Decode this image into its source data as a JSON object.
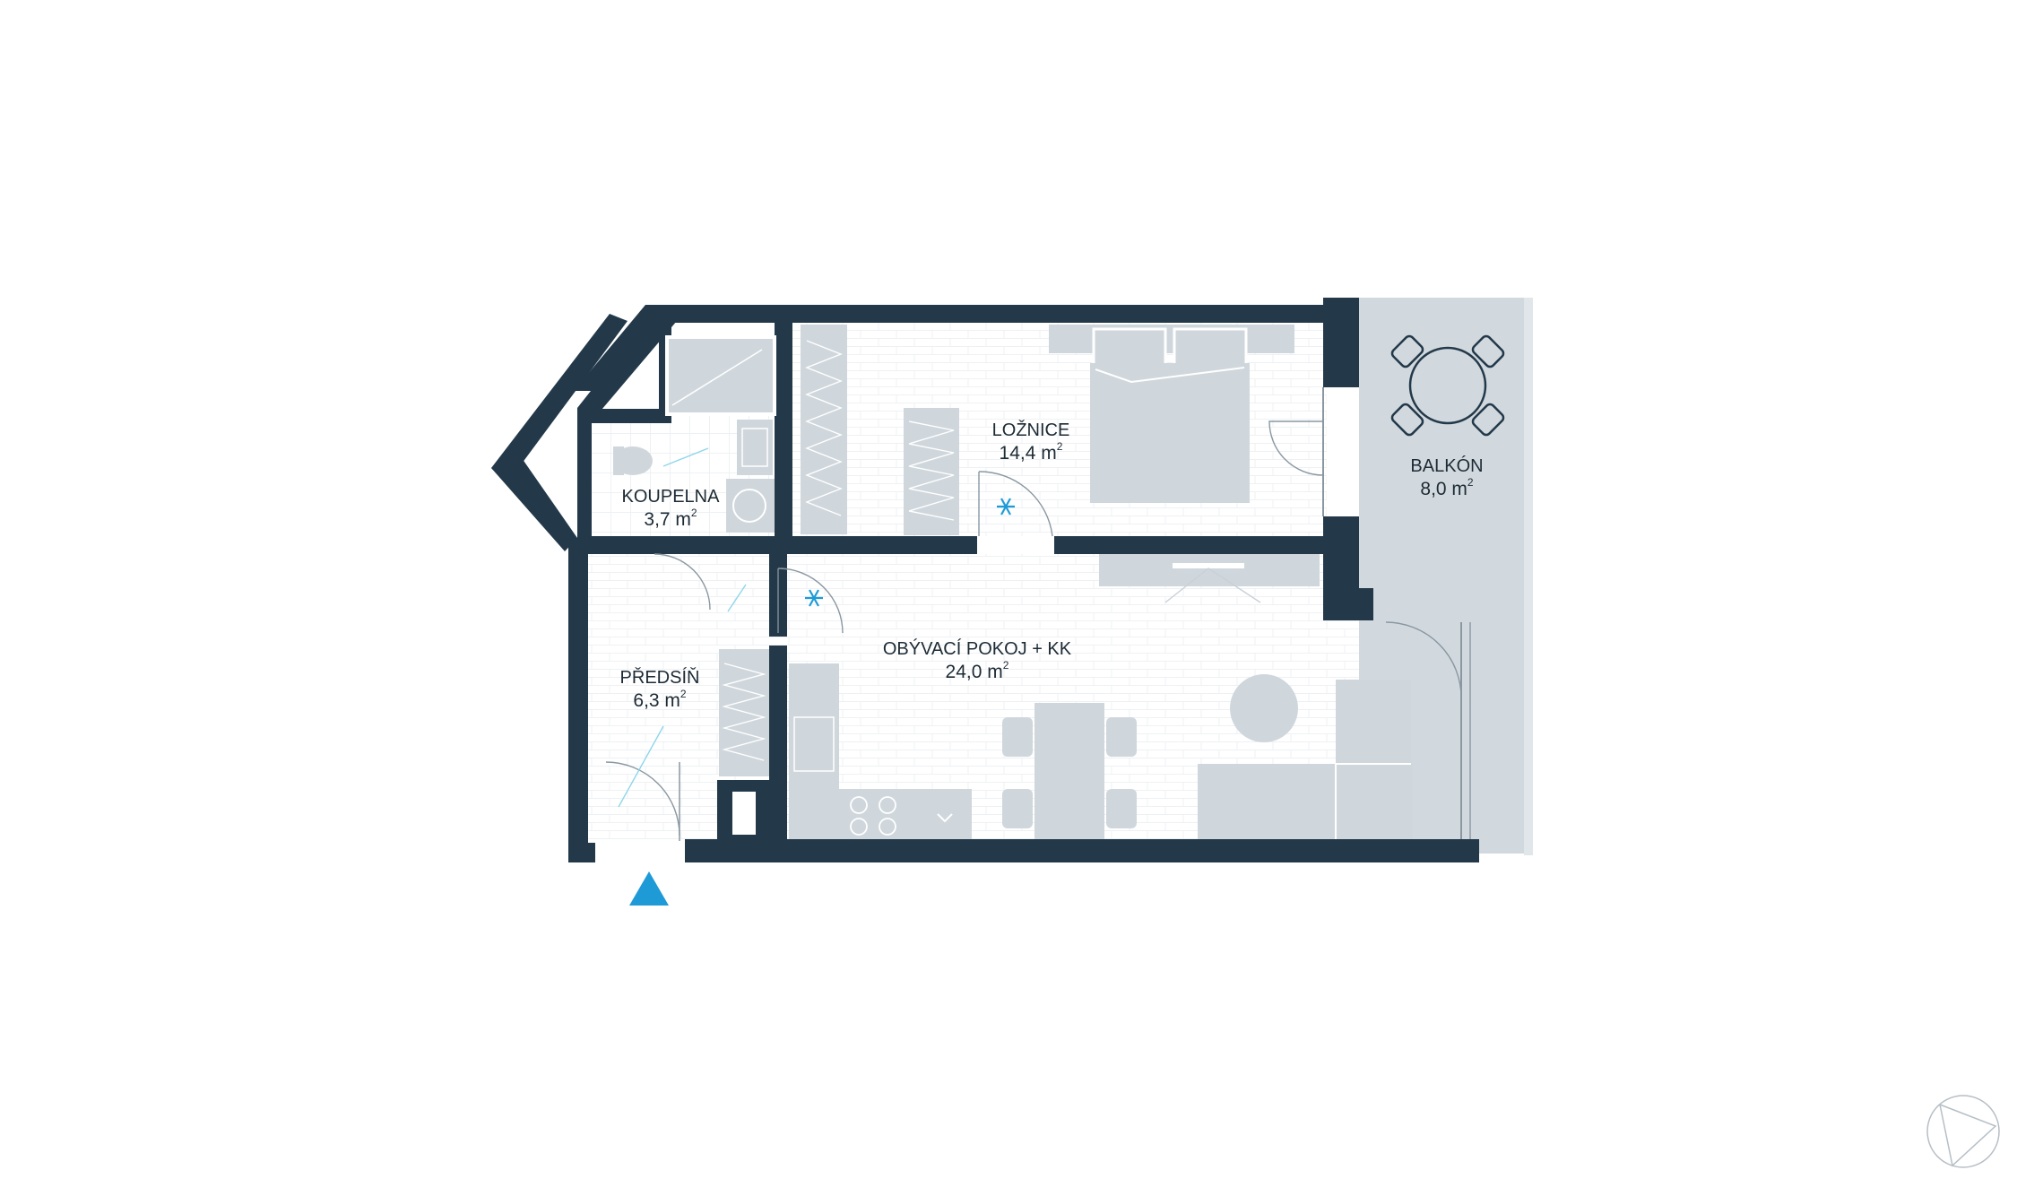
{
  "rooms": {
    "loznice": {
      "name": "LOŽNICE",
      "area": "14,4 m",
      "unit_sup": "2"
    },
    "koupelna": {
      "name": "KOUPELNA",
      "area": "3,7 m",
      "unit_sup": "2"
    },
    "predsin": {
      "name": "PŘEDSÍŇ",
      "area": "6,3 m",
      "unit_sup": "2"
    },
    "obyvaci": {
      "name": "OBÝVACÍ POKOJ + KK",
      "area": "24,0 m",
      "unit_sup": "2"
    },
    "balkon": {
      "name": "BALKÓN",
      "area": "8,0 m",
      "unit_sup": "2"
    }
  },
  "colors": {
    "wall": "#23394a",
    "furniture": "#cfd7dd",
    "balcony": "#d2d9de",
    "entrance_arrow": "#1e9bd7",
    "ac_icon": "#1e9bd7"
  },
  "icons": {
    "entrance": "entrance-arrow-icon",
    "ac": "snowflake-icon",
    "compass": "compass-icon"
  }
}
